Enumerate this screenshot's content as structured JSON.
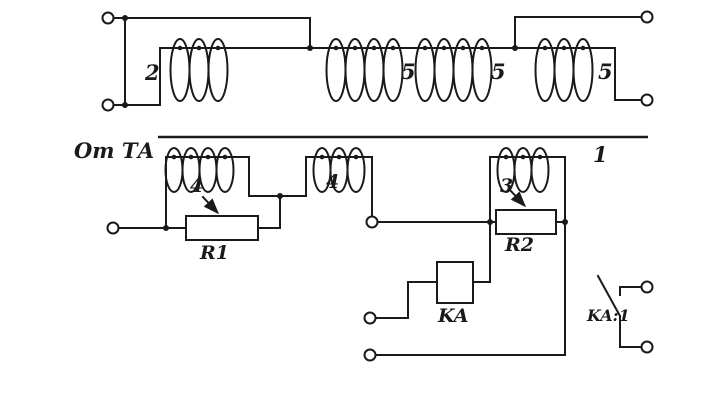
{
  "diagram": {
    "source_label": "От ТА",
    "core_label": "1",
    "windings": {
      "top": [
        {
          "label": "2",
          "turns": 3
        },
        {
          "label": "5",
          "turns": 4
        },
        {
          "label": "5",
          "turns": 4
        },
        {
          "label": "5",
          "turns": 3
        }
      ],
      "bottom": [
        {
          "label": "4",
          "turns": 4
        },
        {
          "label": "4",
          "turns": 3
        },
        {
          "label": "3",
          "turns": 3
        }
      ]
    },
    "resistors": [
      {
        "label": "R1",
        "type": "adjustable"
      },
      {
        "label": "R2",
        "type": "adjustable"
      }
    ],
    "relay_label": "KA",
    "contact_label": "KA:1",
    "colors": {
      "ink": "#1a1a1a",
      "background": "#ffffff"
    }
  }
}
